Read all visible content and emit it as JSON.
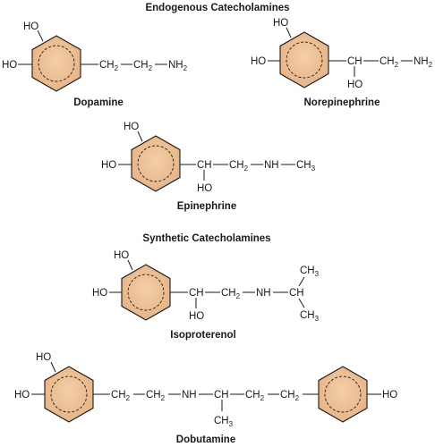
{
  "headings": {
    "endogenous": "Endogenous Catecholamines",
    "synthetic": "Synthetic Catecholamines"
  },
  "colors": {
    "ring_fill": "#eebf94",
    "ring_stroke": "#1a1a1a",
    "text": "#1a1a1a"
  },
  "compounds": {
    "dopamine": {
      "name": "Dopamine",
      "ho_top": "HO",
      "ho_left": "HO",
      "ch2a": "CH",
      "ch2a_sub": "2",
      "ch2b": "CH",
      "ch2b_sub": "2",
      "nh2": "NH",
      "nh2_sub": "2"
    },
    "norepinephrine": {
      "name": "Norepinephrine",
      "ho_top": "HO",
      "ho_left": "HO",
      "ch": "CH",
      "ch2": "CH",
      "ch2_sub": "2",
      "nh2": "NH",
      "nh2_sub": "2",
      "ho_bottom": "HO"
    },
    "epinephrine": {
      "name": "Epinephrine",
      "ho_top": "HO",
      "ho_left": "HO",
      "ch": "CH",
      "ch2": "CH",
      "ch2_sub": "2",
      "nh": "NH",
      "ch3": "CH",
      "ch3_sub": "3",
      "ho_bottom": "HO"
    },
    "isoproterenol": {
      "name": "Isoproterenol",
      "ho_top": "HO",
      "ho_left": "HO",
      "ch": "CH",
      "ch2": "CH",
      "ch2_sub": "2",
      "nh": "NH",
      "ch_branch": "CH",
      "ch3_top": "CH",
      "ch3_top_sub": "3",
      "ch3_bottom": "CH",
      "ch3_bottom_sub": "3",
      "ho_bottom": "HO"
    },
    "dobutamine": {
      "name": "Dobutamine",
      "ho_top": "HO",
      "ho_left": "HO",
      "ch2a": "CH",
      "ch2a_sub": "2",
      "ch2b": "CH",
      "ch2b_sub": "2",
      "nh": "NH",
      "ch": "CH",
      "ch2c": "CH",
      "ch2c_sub": "2",
      "ch2d": "CH",
      "ch2d_sub": "2",
      "ch3": "CH",
      "ch3_sub": "3",
      "ho_right": "HO"
    }
  }
}
